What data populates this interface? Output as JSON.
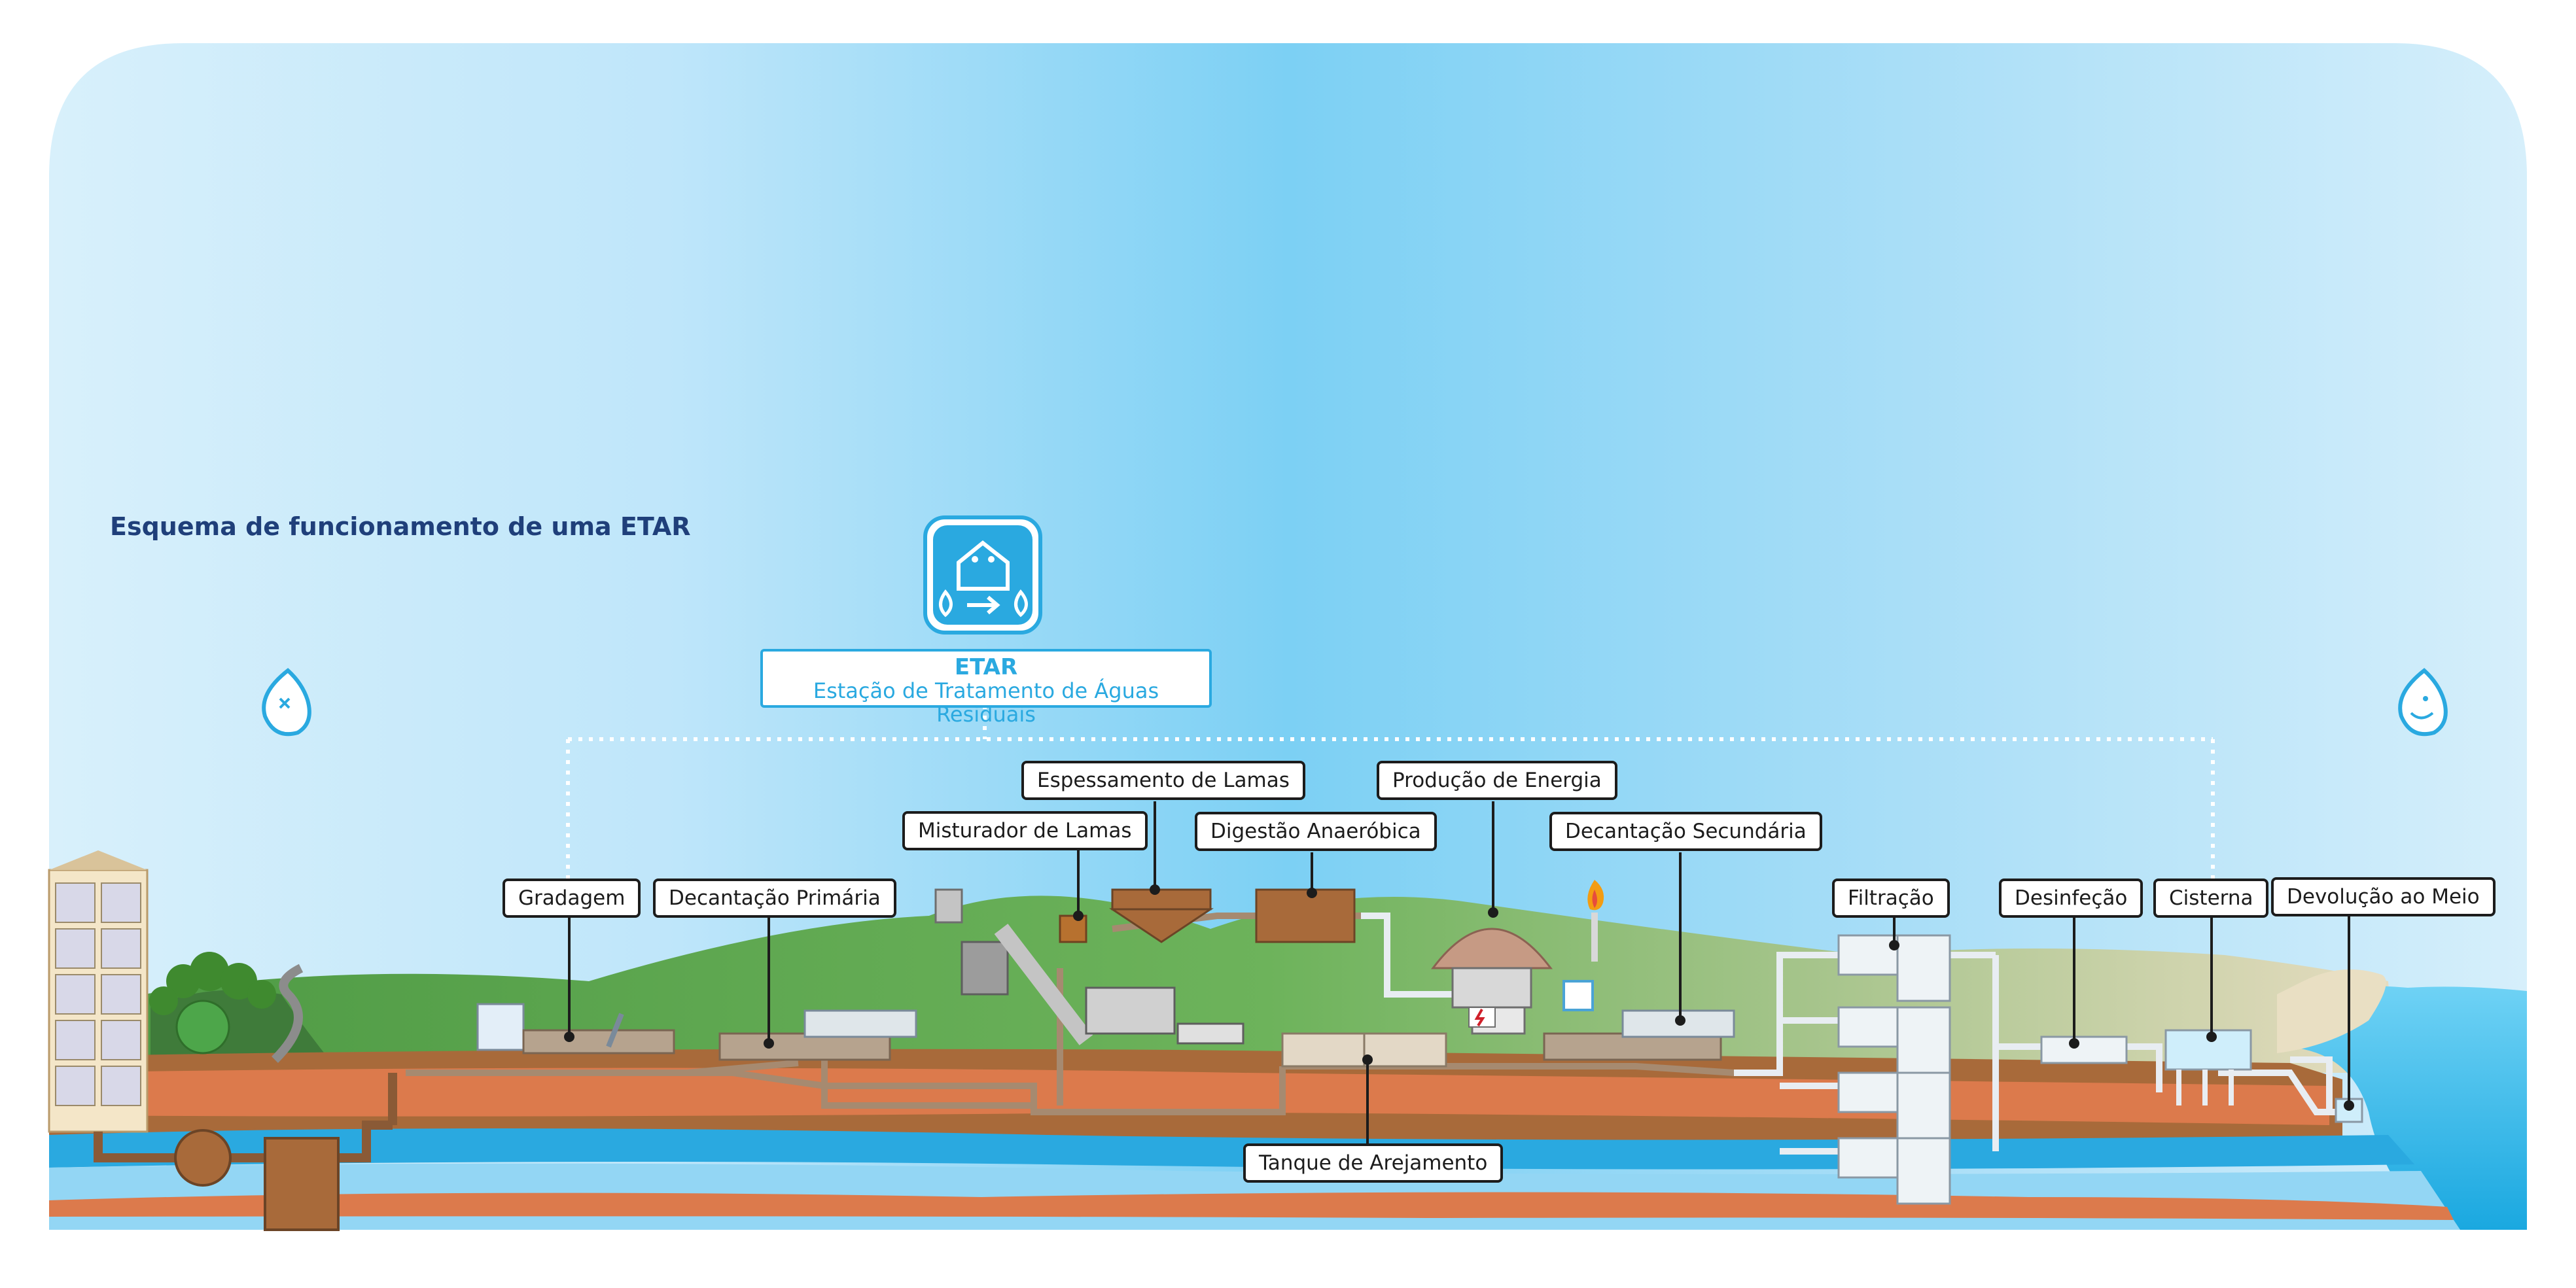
{
  "title": "Esquema de funcionamento de uma ETAR",
  "etar": {
    "name": "ETAR",
    "full_name": "Estação de Tratamento de Águas Residuais"
  },
  "labels": {
    "gradagem": "Gradagem",
    "decantacao_primaria": "Decantação Primária",
    "misturador_lamas": "Misturador de Lamas",
    "espessamento_lamas": "Espessamento de Lamas",
    "digestao_anaerobica": "Digestão Anaeróbica",
    "producao_energia": "Produção de Energia",
    "decantacao_secundaria": "Decantação Secundária",
    "filtracao": "Filtração",
    "desinfecao": "Desinfeção",
    "cisterna": "Cisterna",
    "devolucao_meio": "Devolução ao Meio",
    "tanque_arejamento": "Tanque de Arejamento"
  },
  "colors": {
    "sky_light": "#d6effb",
    "sky_mid": "#8fd3f5",
    "etar_blue": "#2aa9e0",
    "title_navy": "#1f3f7a",
    "hill_green": "#6aa84f",
    "soil_orange": "#d9734a",
    "soil_brown": "#a0663a",
    "water_blue": "#2aa9e0",
    "sand": "#e9dfc3"
  },
  "icons": [
    "house-water-icon",
    "sad-drop-icon",
    "happy-drop-icon",
    "flame-icon",
    "lightning-icon"
  ]
}
